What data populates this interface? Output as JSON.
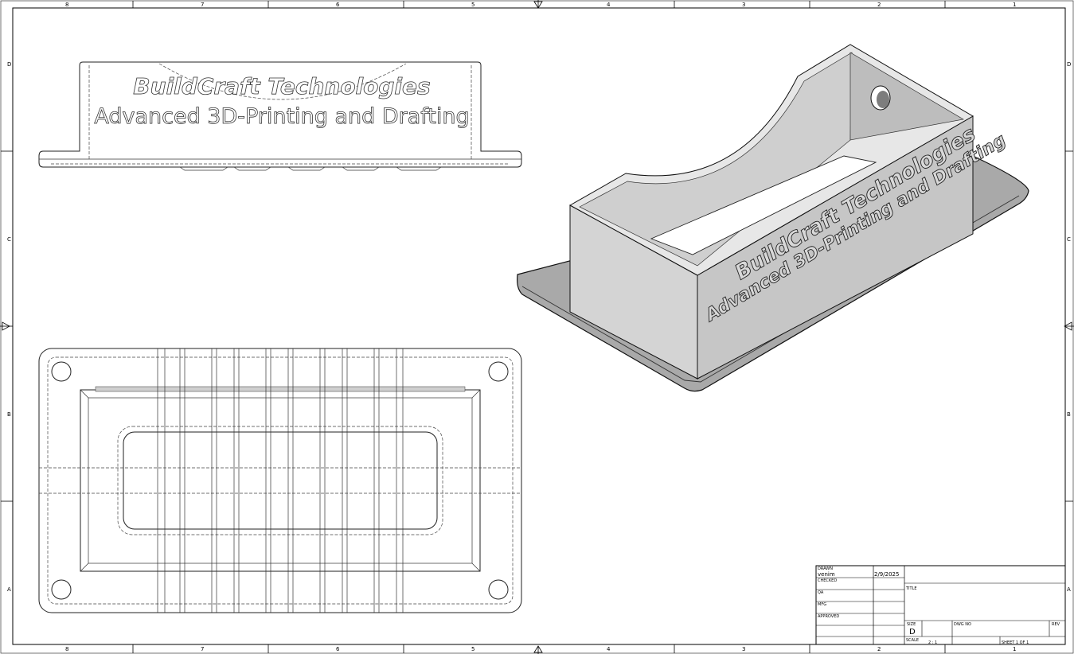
{
  "sheet": {
    "zones_top": [
      "8",
      "7",
      "6",
      "5",
      "4",
      "3",
      "2",
      "1"
    ],
    "zones_side": [
      "D",
      "C",
      "B",
      "A"
    ]
  },
  "views": {
    "front_logo_line1": "BuildCraft Technologies",
    "front_logo_line2": "Advanced 3D-Printing and Drafting",
    "iso_logo_line1": "BuildCraft Technologies",
    "iso_logo_line2": "Advanced 3D-Printing and Drafting"
  },
  "title_block": {
    "drawn_label": "DRAWN",
    "drawn_by": "venim",
    "drawn_date": "2/9/2025",
    "checked_label": "CHECKED",
    "qa_label": "QA",
    "mfg_label": "MFG",
    "approved_label": "APPROVED",
    "title_label": "TITLE",
    "size_label": "SIZE",
    "size_value": "D",
    "dwg_no_label": "DWG NO",
    "rev_label": "REV",
    "scale_label": "SCALE",
    "scale_value": "2 : 1",
    "sheet_label": "SHEET 1  OF 1"
  }
}
